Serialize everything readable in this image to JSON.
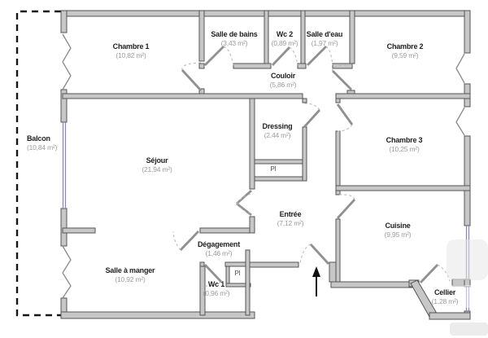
{
  "plan": {
    "rooms": [
      {
        "name": "Chambre 1",
        "area": "(10,82 m²)"
      },
      {
        "name": "Salle de bains",
        "area": "(3,43 m²)"
      },
      {
        "name": "Wc 2",
        "area": "(0,89 m²)"
      },
      {
        "name": "Salle d'eau",
        "area": "(1,97 m²)"
      },
      {
        "name": "Chambre 2",
        "area": "(9,59 m²)"
      },
      {
        "name": "Couloir",
        "area": "(5,86 m²)"
      },
      {
        "name": "Dressing",
        "area": "(2,44 m²)"
      },
      {
        "name": "Chambre 3",
        "area": "(10,25 m²)"
      },
      {
        "name": "Séjour",
        "area": "(21,94 m²)"
      },
      {
        "name": "Entrée",
        "area": "(7,12 m²)"
      },
      {
        "name": "Cuisine",
        "area": "(9,95 m²)"
      },
      {
        "name": "Dégagement",
        "area": "(1,46 m²)"
      },
      {
        "name": "Salle à manger",
        "area": "(10,92 m²)"
      },
      {
        "name": "Wc 1",
        "area": "(0,96 m²)"
      },
      {
        "name": "Cellier",
        "area": "(1,28 m²)"
      },
      {
        "name": "Balcon",
        "area": "(10,84 m²)"
      }
    ],
    "closets": [
      {
        "label": "Pl"
      },
      {
        "label": "Pl"
      }
    ],
    "colors": {
      "wall_fill": "#c7c7c7",
      "wall_stroke": "#545454",
      "window_blue": "#8a8ab5",
      "window_gray": "#8a8a8a",
      "room_name_text": "#222222",
      "area_text": "#9c9c9c",
      "balcony_dash": "#161616"
    }
  }
}
